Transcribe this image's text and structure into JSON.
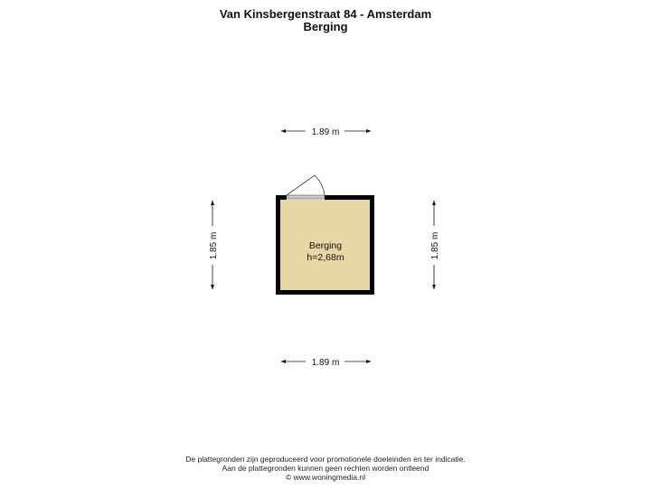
{
  "header": {
    "address": "Van Kinsbergenstraat 84 - Amsterdam",
    "floor_name": "Berging"
  },
  "room": {
    "name": "Berging",
    "height_label": "h=2,68m",
    "fill_color": "#e8d6a4",
    "wall_color": "#000000",
    "door_color": "#c8c8c8"
  },
  "dimensions": {
    "top": "1.89 m",
    "bottom": "1.89 m",
    "left": "1.85 m",
    "right": "1.85 m"
  },
  "footer": {
    "line1": "De plattegronden zijn geproduceerd voor promotionele doeleinden en ter indicatie.",
    "line2": "Aan de plattegronden kunnen geen rechten worden ontleend",
    "line3": "© www.woningmedia.nl"
  }
}
